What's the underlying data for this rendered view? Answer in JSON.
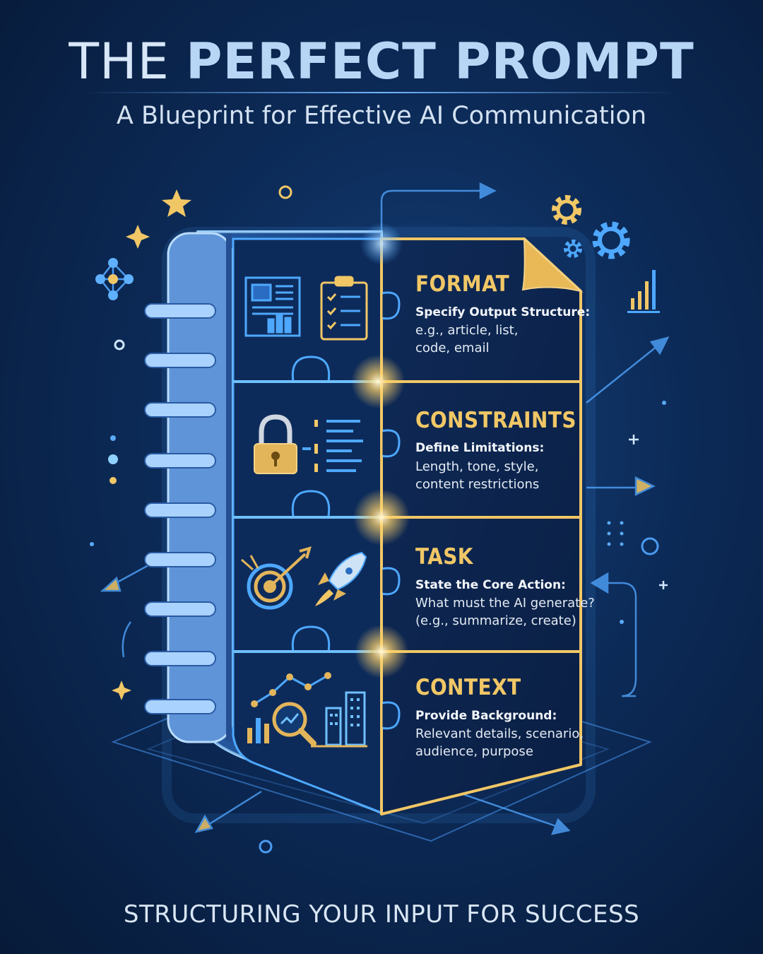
{
  "header": {
    "title_part1": "THE",
    "title_part2": "PERFECT PROMPT",
    "subtitle": "A Blueprint for Effective AI Communication"
  },
  "sections": [
    {
      "title": "FORMAT",
      "heading": "Specify Output Structure:",
      "lines": [
        "e.g., article, list,",
        "code, email"
      ],
      "icons": [
        "document-layout-icon",
        "checklist-icon"
      ]
    },
    {
      "title": "CONSTRAINTS",
      "heading": "Define Limitations:",
      "lines": [
        "Length, tone, style,",
        "content restrictions"
      ],
      "icons": [
        "padlock-icon",
        "restricted-list-icon"
      ]
    },
    {
      "title": "TASK",
      "heading": "State the Core Action:",
      "lines": [
        "What must the AI generate?",
        "(e.g., summarize, create)"
      ],
      "icons": [
        "target-icon",
        "rocket-icon"
      ]
    },
    {
      "title": "CONTEXT",
      "heading": "Provide Background:",
      "lines": [
        "Relevant details, scenario,",
        "audience, purpose"
      ],
      "icons": [
        "magnifier-chart-icon",
        "buildings-icon"
      ]
    }
  ],
  "footer": {
    "tagline": "STRUCTURING YOUR INPUT FOR SUCCESS"
  },
  "colors": {
    "background": "#0c2a57",
    "accent_blue": "#4ea8ff",
    "accent_gold": "#f1c766",
    "text_light": "#dfe9f6"
  }
}
